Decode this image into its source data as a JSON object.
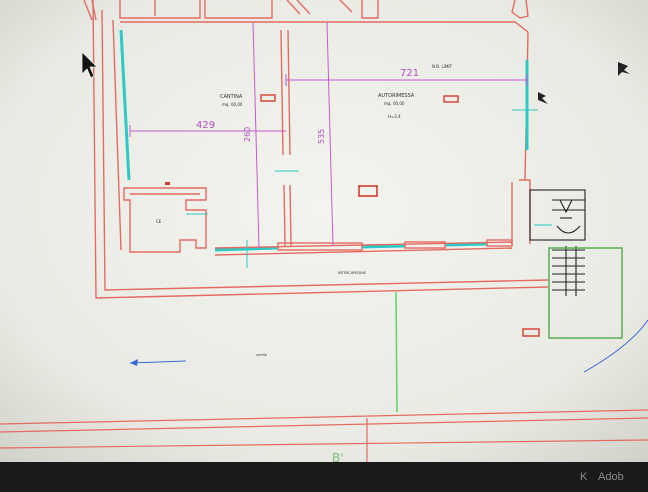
{
  "drawing": {
    "room_cantina": {
      "name": "CANTINA",
      "sub": "mq. 00,00"
    },
    "room_autorimessa": {
      "name": "AUTORIMESSA",
      "sub": "mq. 00,00",
      "extra": "H=2,4"
    },
    "small_label": "CE",
    "corridor_label": "INTERCAPEDINE",
    "yard_label": "cortile",
    "north_label": "N.B. LIMIT",
    "section_label": "B'"
  },
  "dimensions": {
    "d721": "721",
    "d429": "429",
    "d260": "260",
    "d535": "535"
  },
  "taskbar": {
    "items": [
      "K",
      "Adob"
    ]
  },
  "colors": {
    "wall": "#e46b62",
    "dimension": "#c45ad2",
    "window": "#2ec9c4",
    "grid_line": "#7bc47b",
    "paper": "#f1f2ec"
  }
}
